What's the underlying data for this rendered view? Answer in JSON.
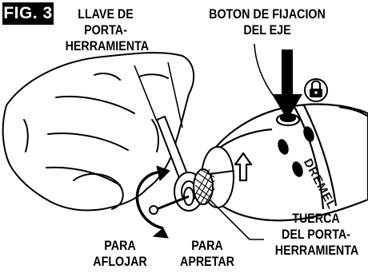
{
  "figure": {
    "label": "FIG. 3"
  },
  "labels": {
    "llave": [
      "LLAVE DE",
      "PORTA-",
      "HERRAMIENTA"
    ],
    "boton": [
      "BOTON DE FIJACION",
      "DEL EJE"
    ],
    "tuerca": [
      "TUERCA",
      "DEL PORTA-",
      "HERRAMIENTA"
    ],
    "aflojar": [
      "PARA",
      "AFLOJAR"
    ],
    "apretar": [
      "PARA",
      "APRETAR"
    ]
  },
  "brand_text": "DREMEL",
  "icons": {
    "lock": "padlock-icon"
  },
  "colors": {
    "ink": "#000000",
    "background": "#ffffff"
  }
}
